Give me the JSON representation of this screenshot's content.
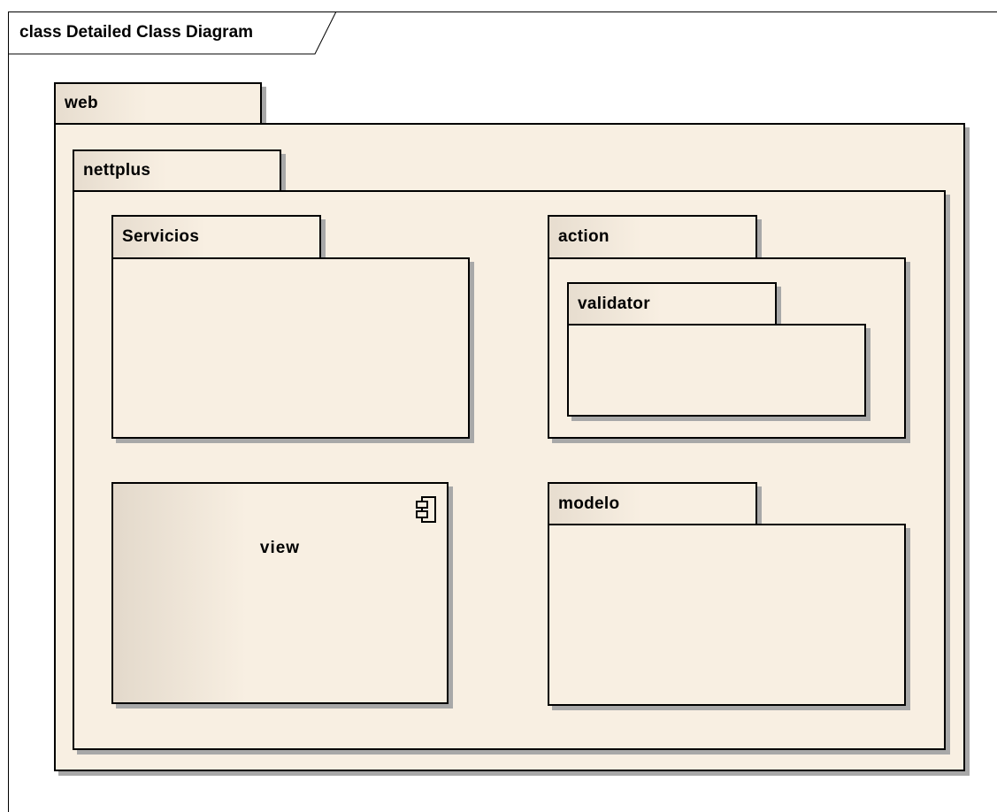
{
  "diagram": {
    "frame_title": "class Detailed Class Diagram",
    "packages": {
      "web": "web",
      "nettplus": "nettplus",
      "servicios": "Servicios",
      "action": "action",
      "validator": "validator",
      "modelo": "modelo"
    },
    "component": {
      "name": "view",
      "icon": "component-icon"
    }
  }
}
